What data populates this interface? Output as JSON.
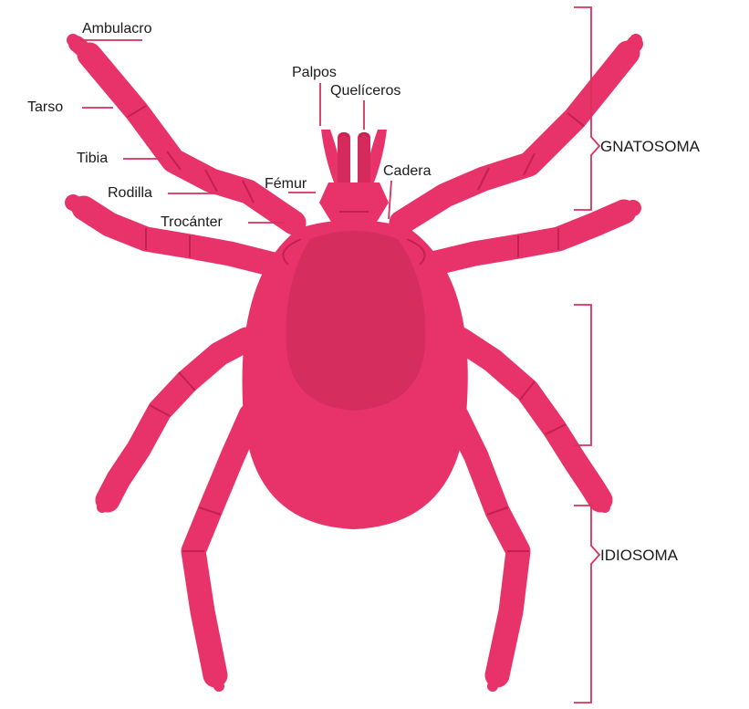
{
  "labels": {
    "ambulacro": "Ambulacro",
    "tarso": "Tarso",
    "tibia": "Tibia",
    "rodilla": "Rodilla",
    "trocanter": "Trocánter",
    "femur": "Fémur",
    "palpos": "Palpos",
    "queliceros": "Quelíceros",
    "cadera": "Cadera",
    "gnatosoma": "GNATOSOMA",
    "idiosoma": "IDIOSOMA"
  },
  "colors": {
    "body": "#e8336a",
    "body_dark": "#d42a5c",
    "scutum": "#d42d5e",
    "joint": "#c2204f",
    "leader": "#d8315b"
  }
}
